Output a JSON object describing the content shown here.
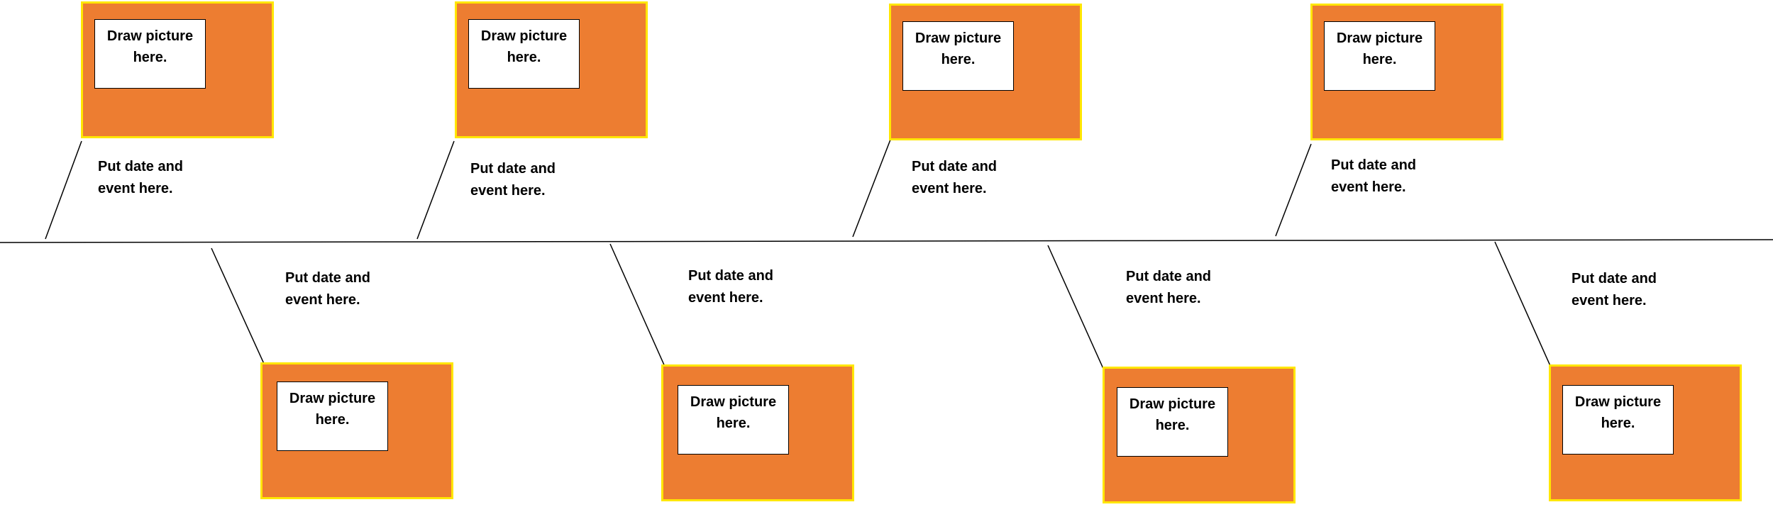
{
  "colors": {
    "panel_fill": "#ed7d31",
    "panel_border": "#ffe600",
    "inner_fill": "#ffffff",
    "line": "#000000"
  },
  "timeline": {
    "events": [
      {
        "picture_label": "Draw picture here.",
        "caption": "Put date and event here."
      },
      {
        "picture_label": "Draw picture here.",
        "caption": "Put date and event here."
      },
      {
        "picture_label": "Draw picture here.",
        "caption": "Put date and event here."
      },
      {
        "picture_label": "Draw picture here.",
        "caption": "Put date and event here."
      },
      {
        "picture_label": "Draw picture here.",
        "caption": "Put date and event here."
      },
      {
        "picture_label": "Draw picture here.",
        "caption": "Put date and event here."
      },
      {
        "picture_label": "Draw picture here.",
        "caption": "Put date and event here."
      },
      {
        "picture_label": "Draw picture here.",
        "caption": "Put date and event here."
      }
    ]
  }
}
